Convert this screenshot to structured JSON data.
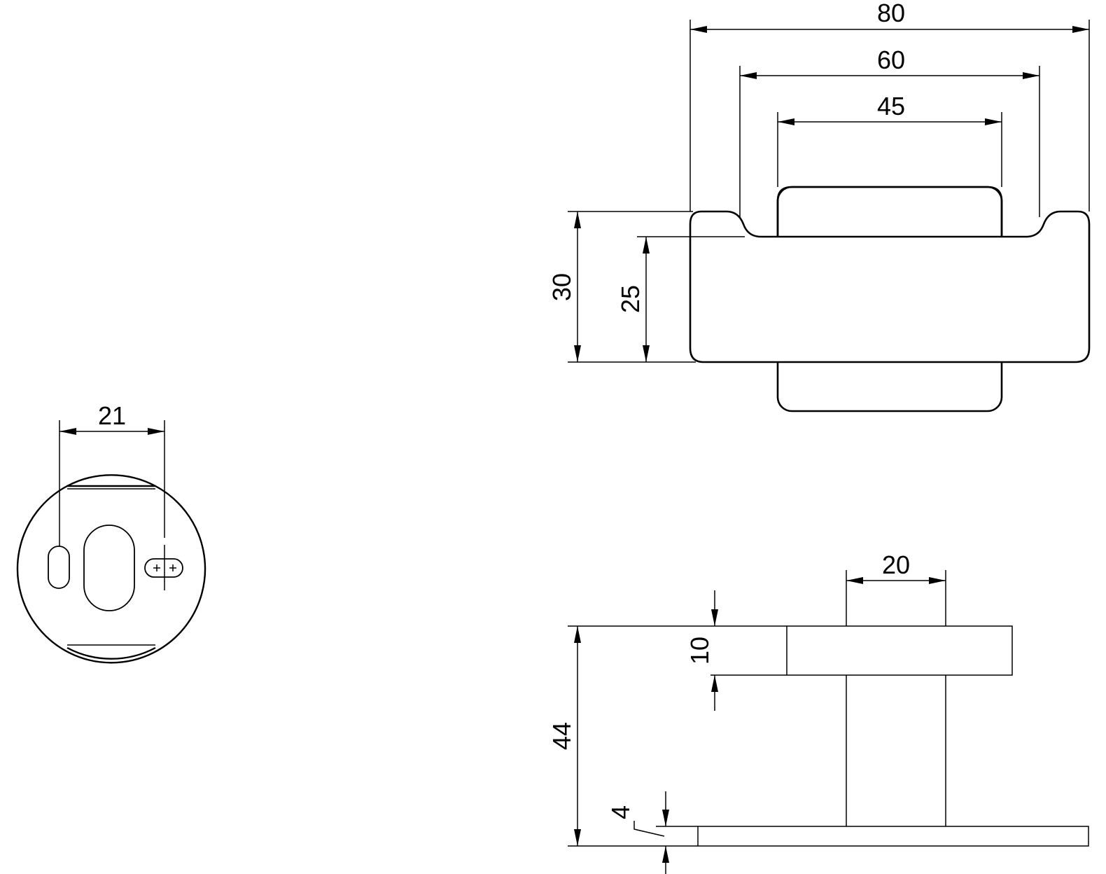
{
  "dimensions": {
    "top_view": {
      "overall_width": "80",
      "mid_width": "60",
      "inner_width": "45",
      "overall_height": "30",
      "inner_height": "25"
    },
    "side_view": {
      "spindle_width": "20",
      "rosette_thickness": "10",
      "overall_height": "44",
      "base_thickness": "4"
    },
    "front_view": {
      "hole_spacing": "21"
    }
  }
}
